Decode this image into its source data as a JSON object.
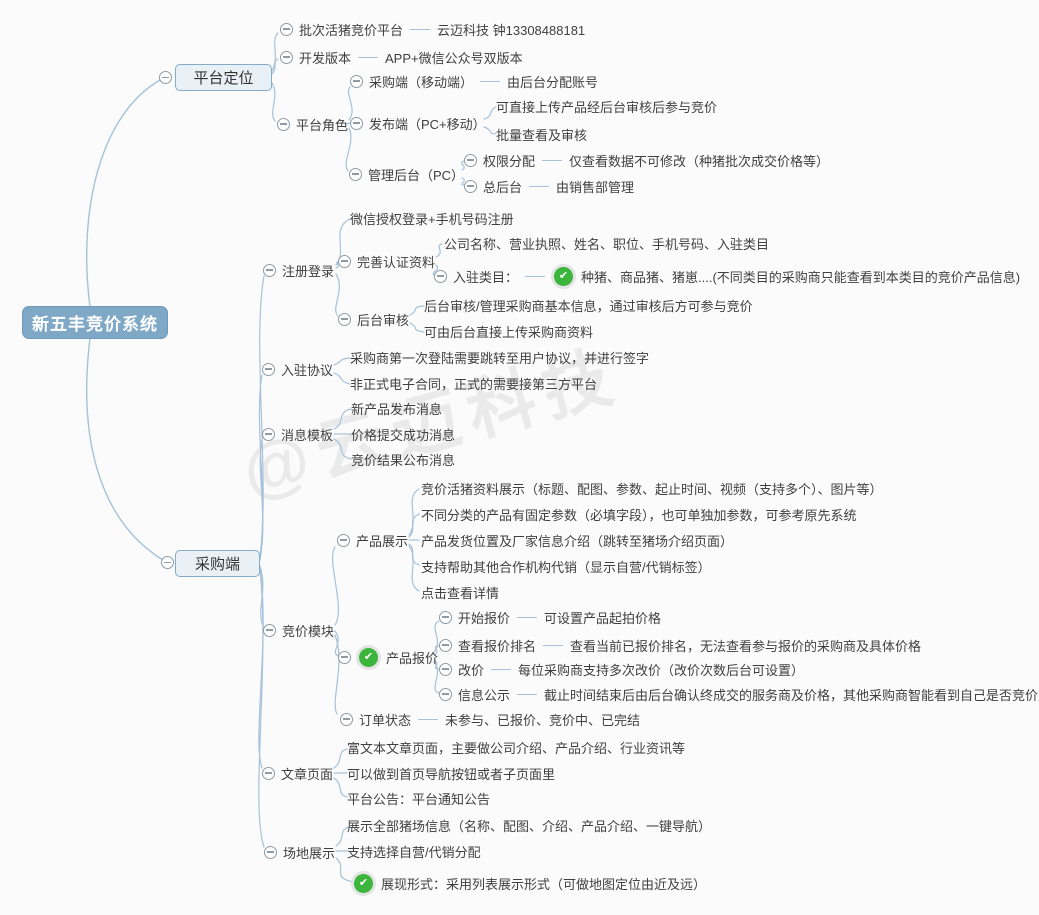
{
  "colors": {
    "background": "#fbfbfb",
    "edge": "#a6c1da",
    "root_fill": "#7fa8c6",
    "topic_fill": "#e9f0f6",
    "topic_border": "#84abc8",
    "check_green": "#3cb53c",
    "text": "#3f3f3f"
  },
  "icons": {
    "collapse": "minus-circle",
    "check": "check-circle",
    "check_glyph": "✔"
  },
  "watermark": "@云迈科技",
  "map": {
    "root": {
      "label": "新五丰竞价系统"
    },
    "platform": {
      "label": "平台定位",
      "batch": {
        "label": "批次活猪竞价平台",
        "note": "云迈科技 钟13308488181"
      },
      "version": {
        "label": "开发版本",
        "note": "APP+微信公众号双版本"
      },
      "roles": {
        "label": "平台角色",
        "buyer": {
          "label": "采购端（移动端）",
          "note": "由后台分配账号"
        },
        "publisher": {
          "label": "发布端（PC+移动）",
          "items": [
            "可直接上传产品经后台审核后参与竞价",
            "批量查看及审核"
          ]
        },
        "admin": {
          "label": "管理后台（PC）",
          "perm": {
            "label": "权限分配",
            "note": "仅查看数据不可修改（种猪批次成交价格等）"
          },
          "master": {
            "label": "总后台",
            "note": "由销售部管理"
          }
        }
      }
    },
    "purchase": {
      "label": "采购端",
      "register": {
        "label": "注册登录",
        "items": [
          "微信授权登录+手机号码注册"
        ],
        "profile": {
          "label": "完善认证资料",
          "items": [
            "公司名称、营业执照、姓名、职位、手机号码、入驻类目"
          ],
          "category": {
            "label": "入驻类目：",
            "note": "种猪、商品猪、猪崽....(不同类目的采购商只能查看到本类目的竞价产品信息)"
          }
        },
        "review": {
          "label": "后台审核",
          "items": [
            "后台审核/管理采购商基本信息，通过审核后方可参与竞价",
            "可由后台直接上传采购商资料"
          ]
        }
      },
      "agreement": {
        "label": "入驻协议",
        "items": [
          "采购商第一次登陆需要跳转至用户协议，并进行签字",
          "非正式电子合同，正式的需要接第三方平台"
        ]
      },
      "messages": {
        "label": "消息模板",
        "items": [
          "新产品发布消息",
          "价格提交成功消息",
          "竞价结果公布消息"
        ]
      },
      "bidding": {
        "label": "竞价模块",
        "display": {
          "label": "产品展示",
          "items": [
            "竞价活猪资料展示（标题、配图、参数、起止时间、视频（支持多个）、图片等）",
            "不同分类的产品有固定参数（必填字段），也可单独加参数，可参考原先系统",
            "产品发货位置及厂家信息介绍（跳转至猪场介绍页面）",
            "支持帮助其他合作机构代销（显示自营/代销标签）",
            "点击查看详情"
          ]
        },
        "quote": {
          "label": "产品报价",
          "start": {
            "label": "开始报价",
            "note": "可设置产品起拍价格"
          },
          "rank": {
            "label": "查看报价排名",
            "note": "查看当前已报价排名，无法查看参与报价的采购商及具体价格"
          },
          "modify": {
            "label": "改价",
            "note": "每位采购商支持多次改价（改价次数后台可设置）"
          },
          "publicity": {
            "label": "信息公示",
            "note": "截止时间结束后由后台确认终成交的服务商及价格，其他采购商智能看到自己是否竞价成功"
          }
        },
        "order": {
          "label": "订单状态",
          "note": "未参与、已报价、竞价中、已完结"
        }
      },
      "articles": {
        "label": "文章页面",
        "items": [
          "富文本文章页面，主要做公司介绍、产品介绍、行业资讯等",
          "可以做到首页导航按钮或者子页面里",
          "平台公告：平台通知公告"
        ]
      },
      "venues": {
        "label": "场地展示",
        "items": [
          "展示全部猪场信息（名称、配图、介绍、产品介绍、一键导航）",
          "支持选择自营/代销分配",
          "展现形式：采用列表展示形式（可做地图定位由近及远）"
        ]
      }
    }
  }
}
